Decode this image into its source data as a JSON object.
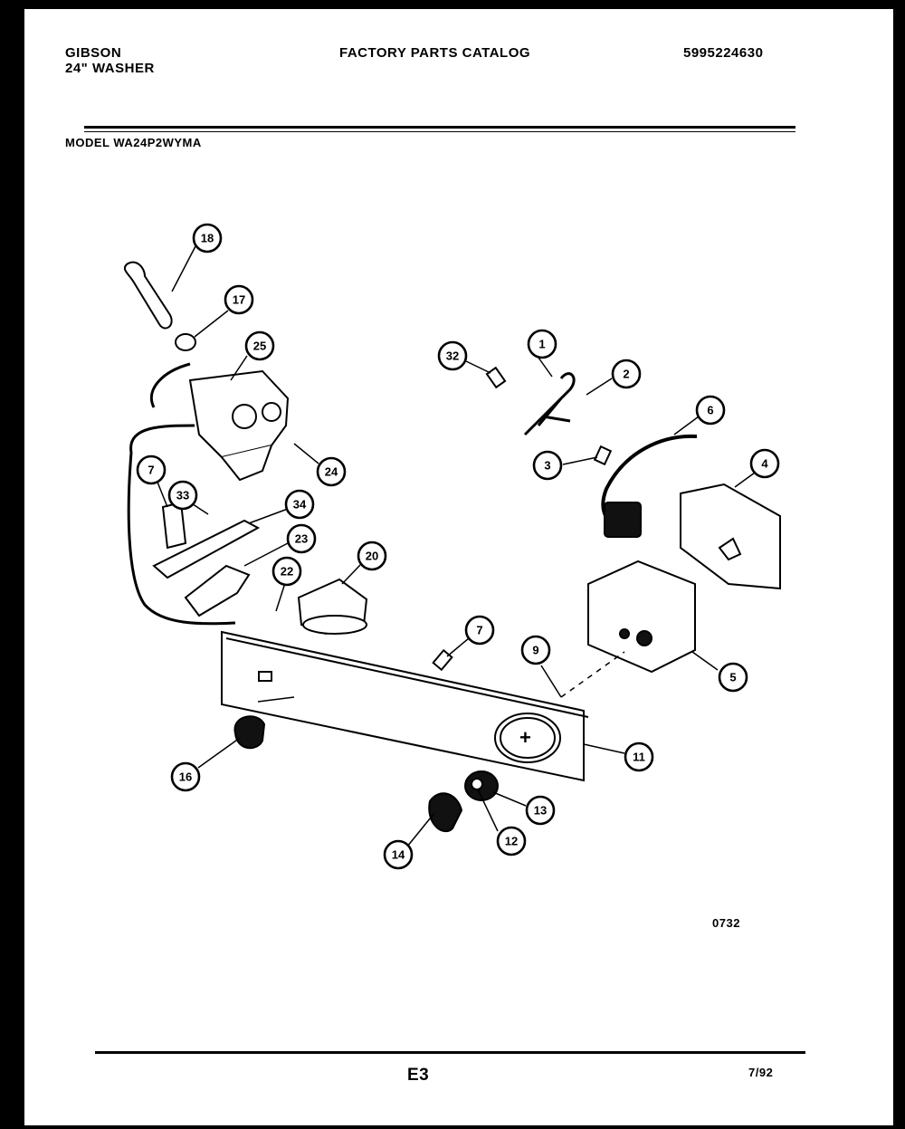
{
  "header": {
    "brand": "GIBSON",
    "product": "24\" WASHER",
    "title": "FACTORY PARTS CATALOG",
    "catalog_number": "5995224630",
    "model": "MODEL WA24P2WYMA"
  },
  "callouts": [
    "18",
    "17",
    "25",
    "32",
    "1",
    "2",
    "6",
    "3",
    "24",
    "7",
    "33",
    "34",
    "4",
    "23",
    "22",
    "20",
    "7",
    "9",
    "5",
    "11",
    "16",
    "13",
    "12",
    "14"
  ],
  "footer": {
    "drawing_code": "0732",
    "page": "E3",
    "date": "7/92"
  }
}
